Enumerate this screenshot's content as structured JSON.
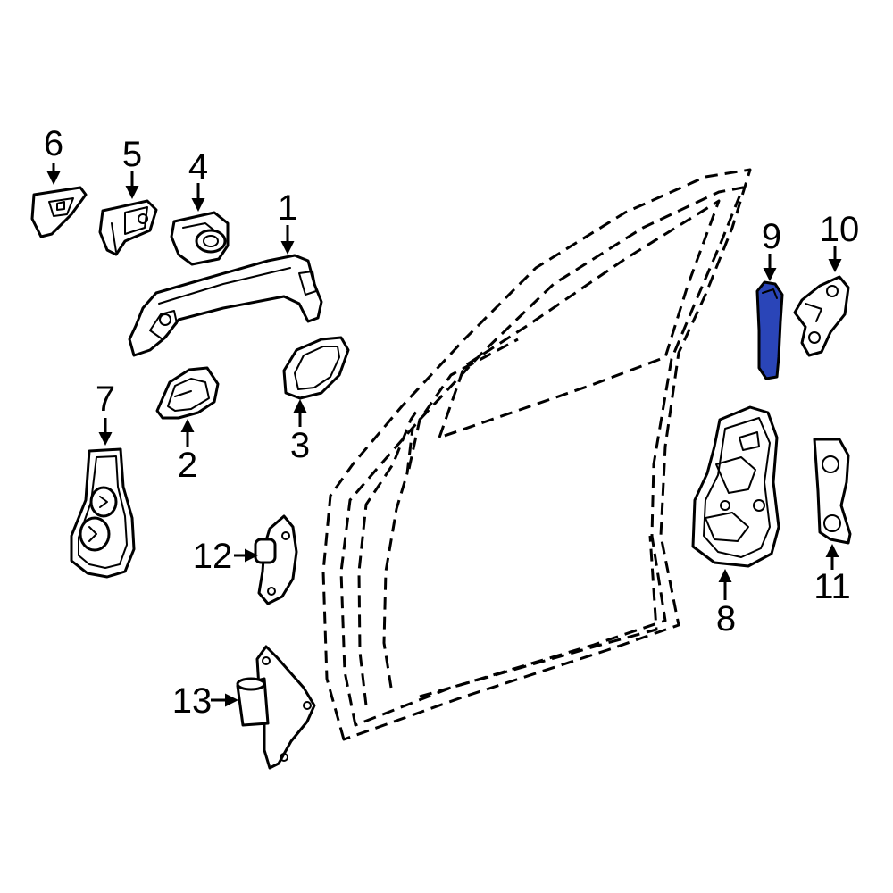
{
  "colors": {
    "background": "#ffffff",
    "line": "#000000",
    "highlight": "#2a45b8"
  },
  "highlighted_part": "9",
  "callouts": {
    "p1": "1",
    "p2": "2",
    "p3": "3",
    "p4": "4",
    "p5": "5",
    "p6": "6",
    "p7": "7",
    "p8": "8",
    "p9": "9",
    "p10": "10",
    "p11": "11",
    "p12": "12",
    "p13": "13"
  }
}
